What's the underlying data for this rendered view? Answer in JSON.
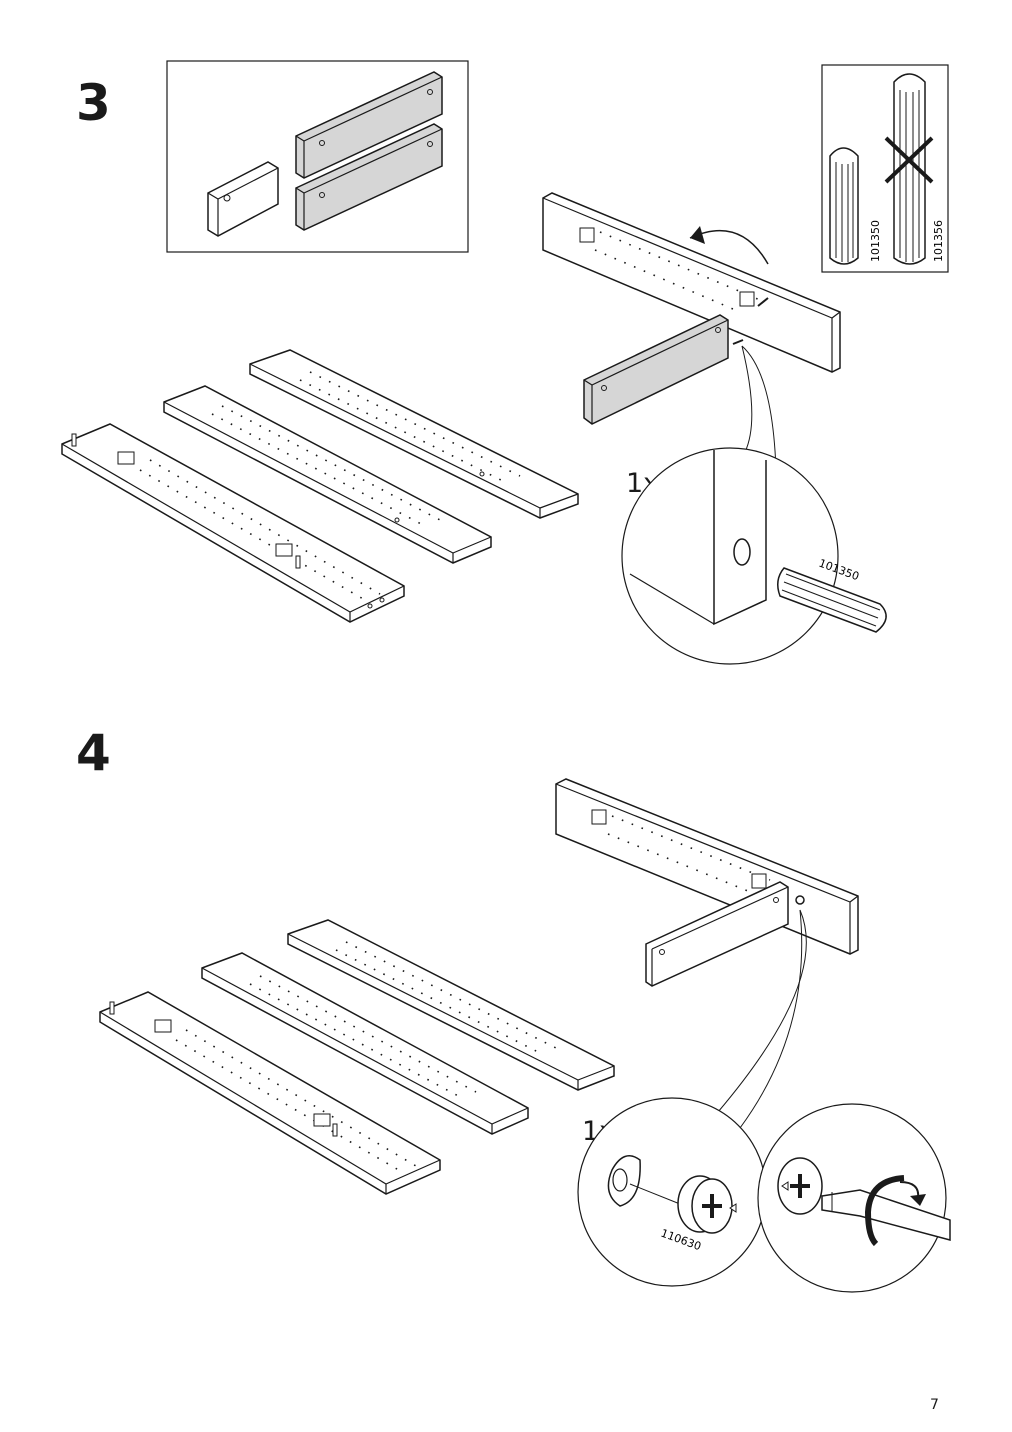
{
  "page": {
    "number": "7"
  },
  "steps": [
    {
      "number": "3",
      "quantity": "1x",
      "part_no": "101350",
      "info_box": {
        "ok_part": "101350",
        "wrong_part": "101356"
      },
      "colors": {
        "shaded_panel": "#d6d6d6",
        "line": "#1a1a1a"
      }
    },
    {
      "number": "4",
      "quantity": "1x",
      "part_no": "110630"
    }
  ]
}
